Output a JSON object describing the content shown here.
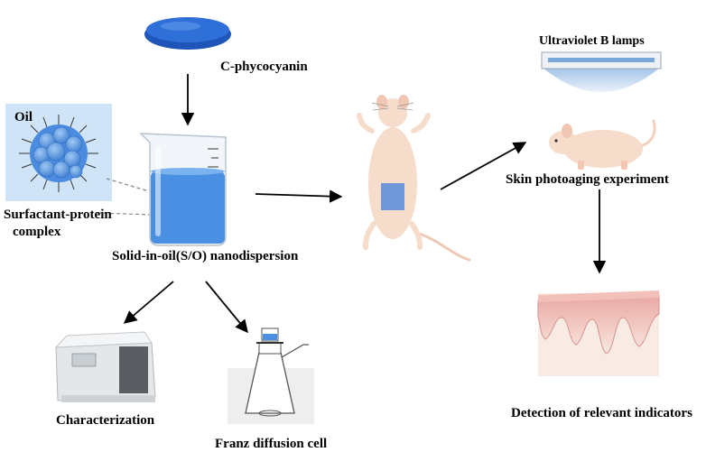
{
  "labels": {
    "c_phycocyanin": "C-phycocyanin",
    "oil": "Oil",
    "surfactant_line1": "Surfactant-protein",
    "surfactant_line2": "complex",
    "so_nanodispersion": "Solid-in-oil(S/O) nanodispersion",
    "characterization": "Characterization",
    "franz_cell": "Franz diffusion cell",
    "uvb_lamps": "Ultraviolet B lamps",
    "photoaging": "Skin photoaging experiment",
    "detection": "Detection of relevant indicators"
  },
  "colors": {
    "pigment_blue": "#2f6fd8",
    "beaker_liquid": "#4a90e2",
    "dispersion_bg": "#cfe5f7",
    "mouse_skin": "#f6dccb",
    "skin_pink": "#e9a7a3",
    "arrow": "#000000"
  }
}
